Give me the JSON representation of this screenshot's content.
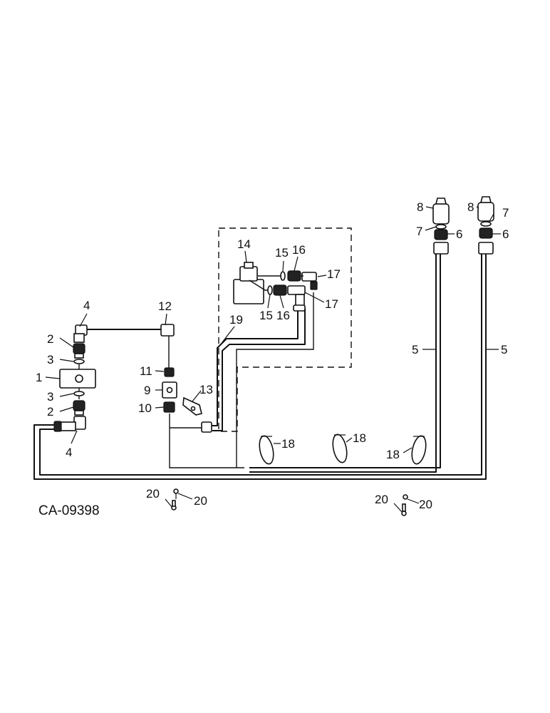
{
  "drawing_code": "CA-09398",
  "callouts": {
    "p1": "1",
    "p2": "2",
    "p3": "3",
    "p4": "4",
    "p5": "5",
    "p6": "6",
    "p7": "7",
    "p8": "8",
    "p9": "9",
    "p10": "10",
    "p11": "11",
    "p12": "12",
    "p13": "13",
    "p14": "14",
    "p15": "15",
    "p16": "16",
    "p17": "17",
    "p18": "18",
    "p19": "19",
    "p20": "20"
  }
}
